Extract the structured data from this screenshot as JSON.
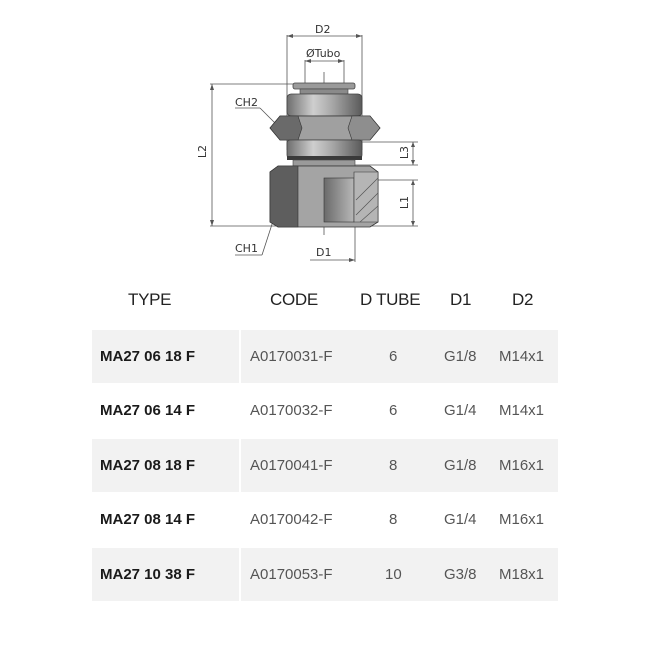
{
  "drawing": {
    "labels": {
      "d2": "D2",
      "tubo": "ØTubo",
      "ch2": "CH2",
      "l2": "L2",
      "l3": "L3",
      "l1": "L1",
      "ch1": "CH1",
      "d1": "D1"
    }
  },
  "table": {
    "headers": [
      "TYPE",
      "CODE",
      "D TUBE",
      "D1",
      "D2"
    ],
    "rows": [
      {
        "type": "MA27 06 18 F",
        "code": "A0170031-F",
        "d_tube": "6",
        "d1": "G1/8",
        "d2": "M14x1"
      },
      {
        "type": "MA27 06 14 F",
        "code": "A0170032-F",
        "d_tube": "6",
        "d1": "G1/4",
        "d2": "M14x1"
      },
      {
        "type": "MA27 08 18 F",
        "code": "A0170041-F",
        "d_tube": "8",
        "d1": "G1/8",
        "d2": "M16x1"
      },
      {
        "type": "MA27 08 14 F",
        "code": "A0170042-F",
        "d_tube": "8",
        "d1": "G1/4",
        "d2": "M16x1"
      },
      {
        "type": "MA27 10 38 F",
        "code": "A0170053-F",
        "d_tube": "10",
        "d1": "G3/8",
        "d2": "M18x1"
      }
    ]
  }
}
